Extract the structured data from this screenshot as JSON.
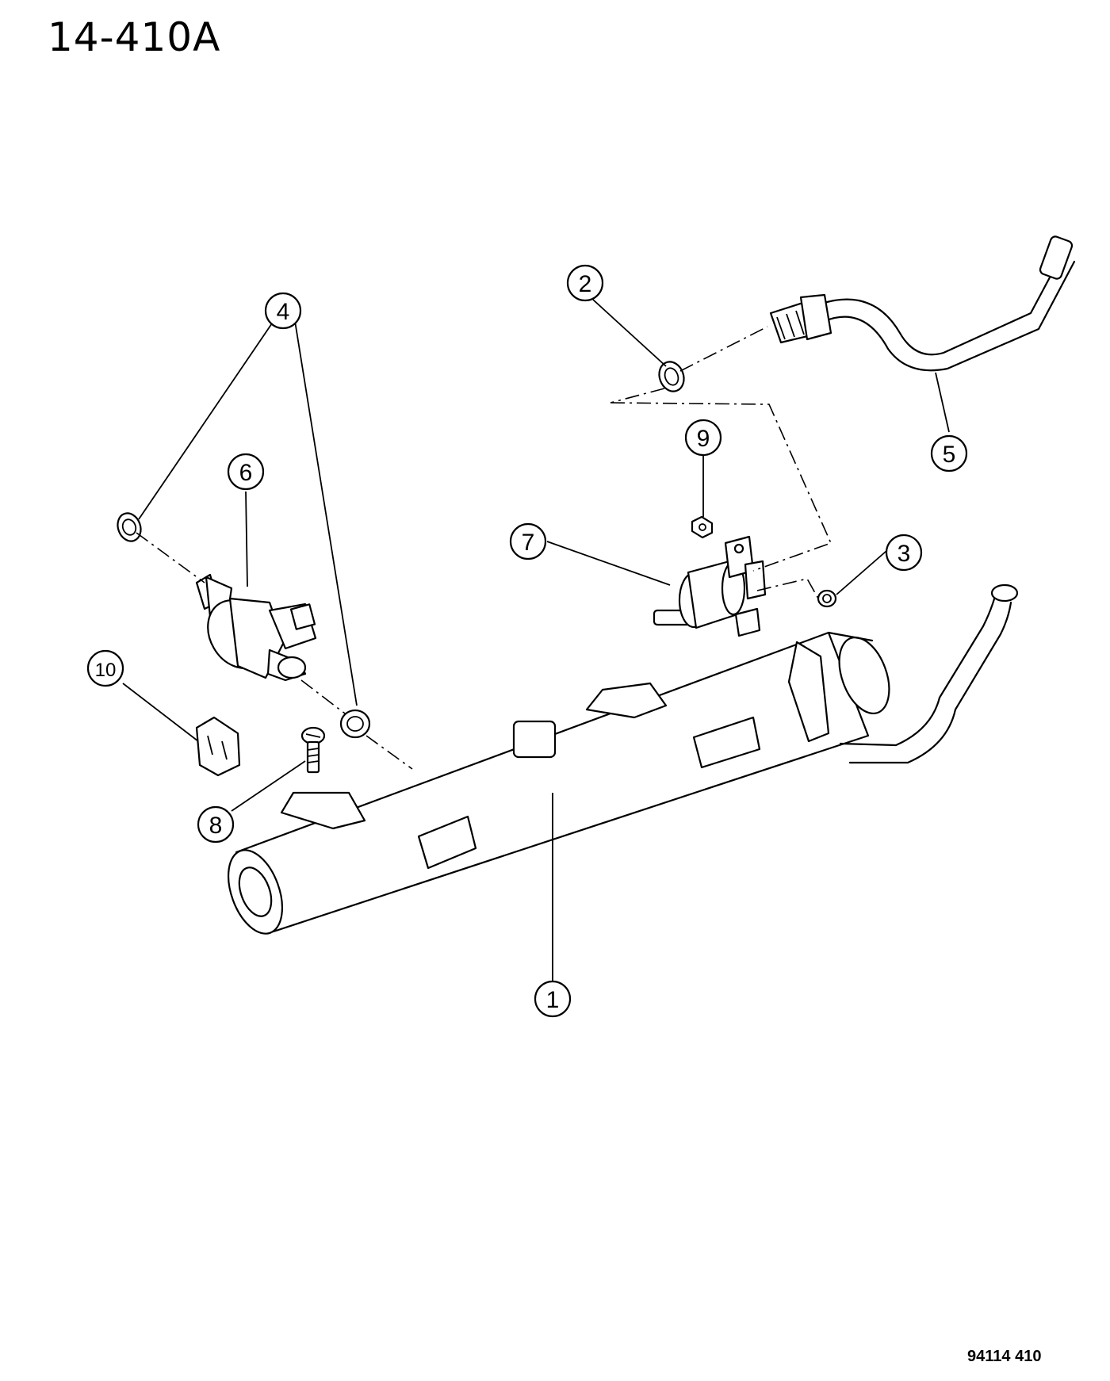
{
  "header": {
    "figure_id": "14-410A"
  },
  "footer": {
    "drawing_number": "94114 410"
  },
  "callouts": [
    {
      "number": "1"
    },
    {
      "number": "2"
    },
    {
      "number": "3"
    },
    {
      "number": "4"
    },
    {
      "number": "5"
    },
    {
      "number": "6"
    },
    {
      "number": "7"
    },
    {
      "number": "8"
    },
    {
      "number": "9"
    },
    {
      "number": "10"
    }
  ]
}
